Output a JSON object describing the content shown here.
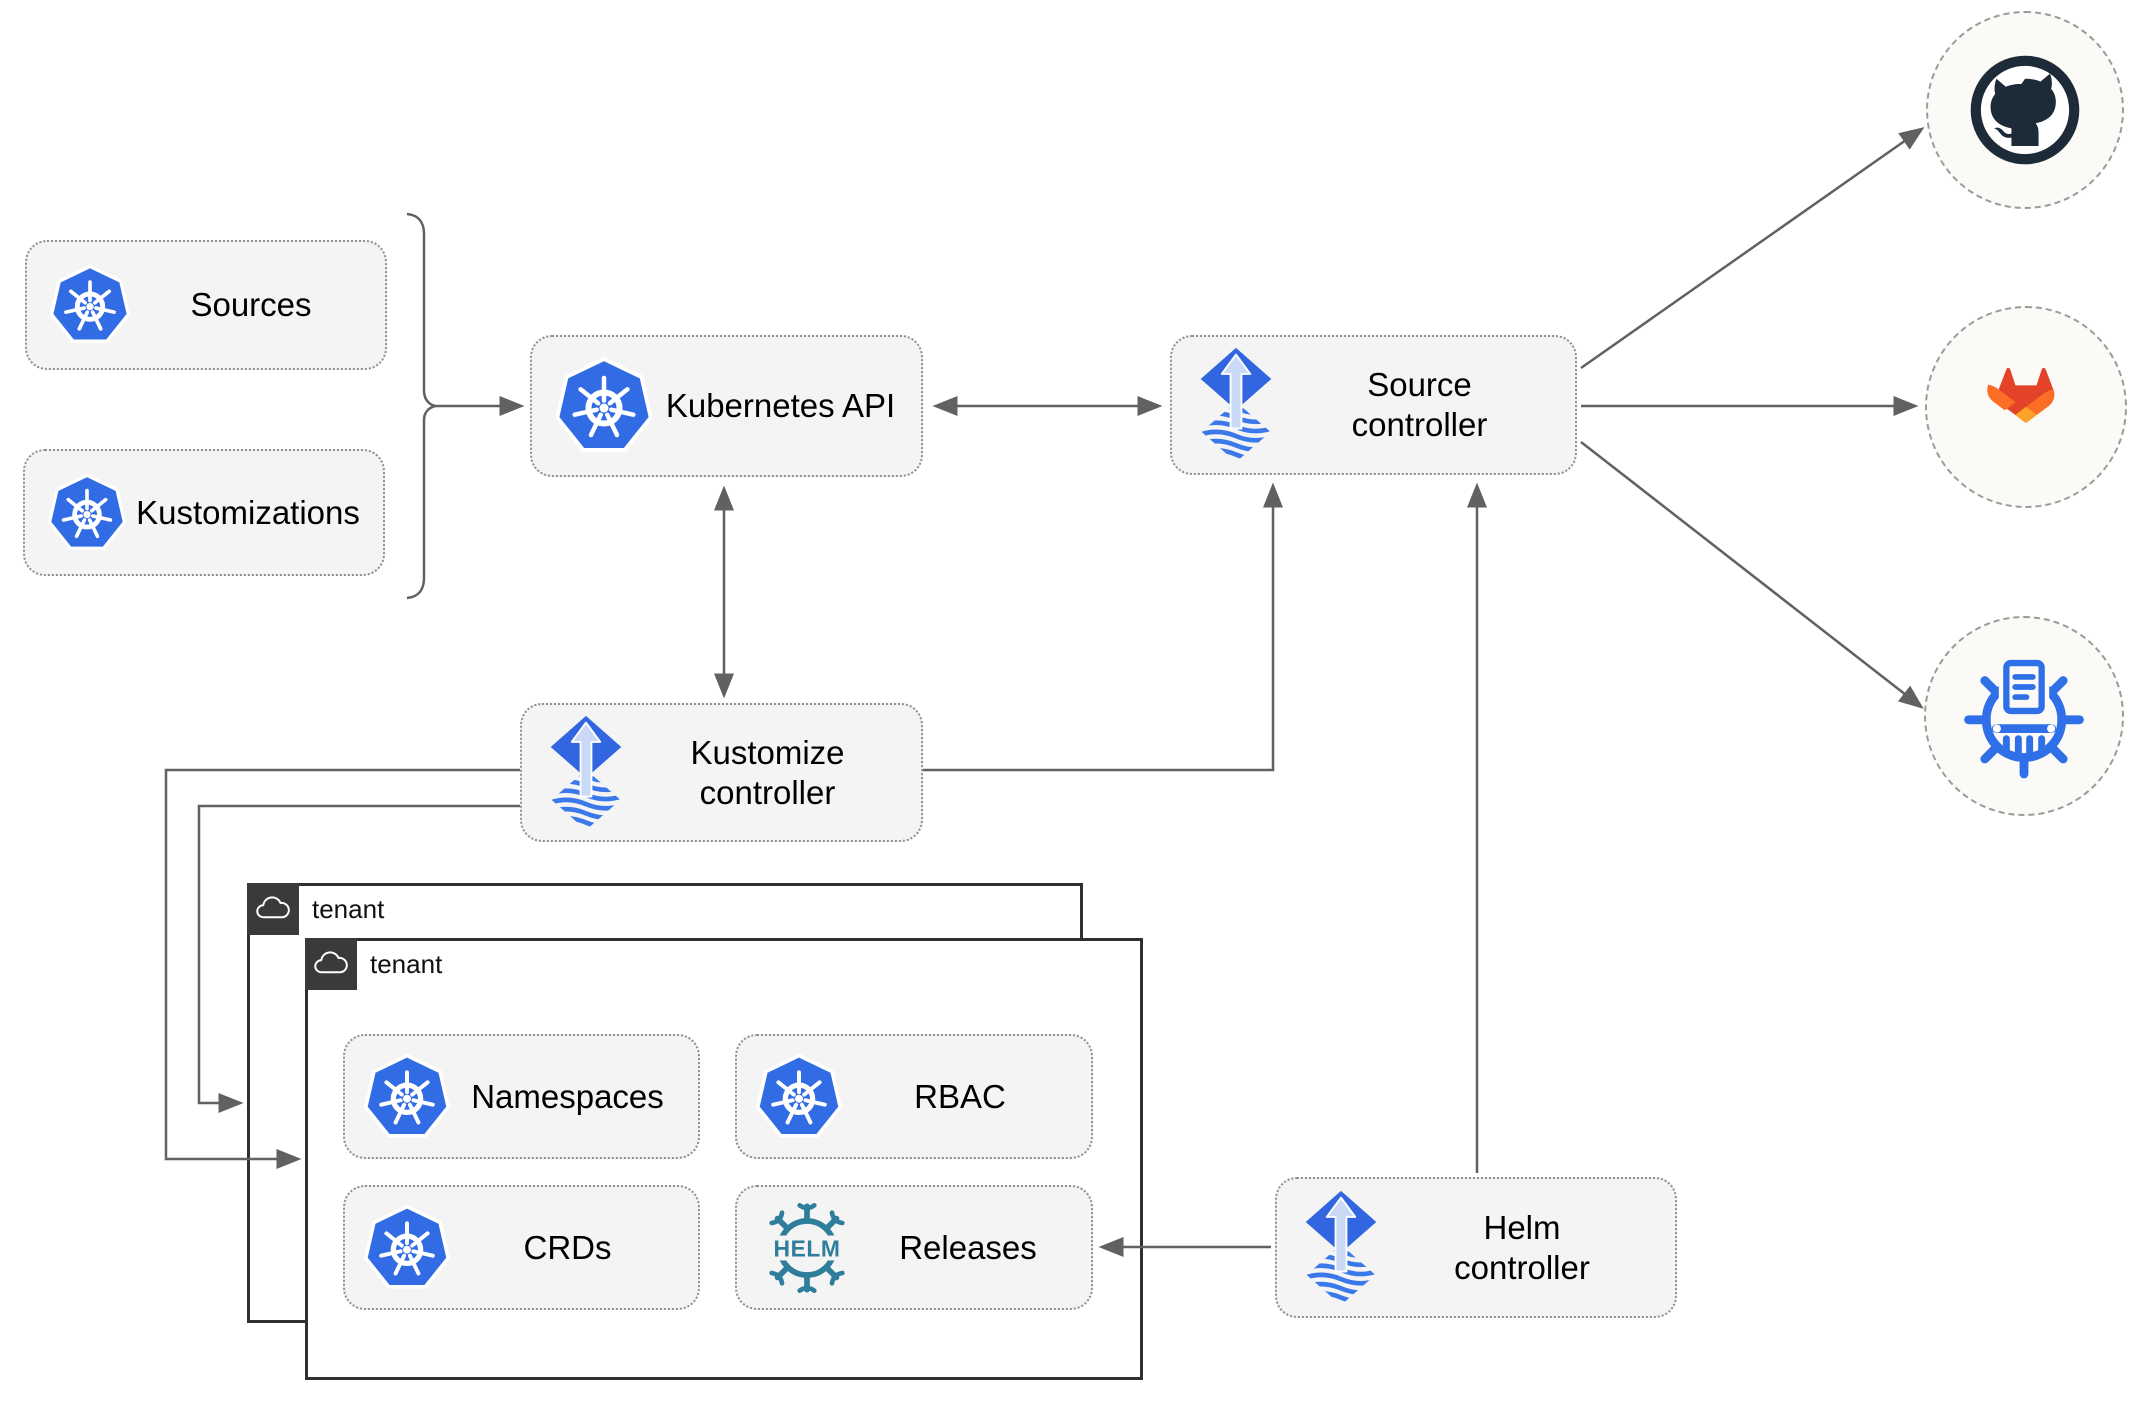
{
  "diagram": {
    "nodes": {
      "sources": {
        "label": "Sources"
      },
      "kustomizations": {
        "label": "Kustomizations"
      },
      "kubernetes_api": {
        "label": "Kubernetes API"
      },
      "source_controller": {
        "line1": "Source",
        "line2": "controller"
      },
      "kustomize_controller": {
        "line1": "Kustomize",
        "line2": "controller"
      },
      "helm_controller": {
        "line1": "Helm",
        "line2": "controller"
      },
      "tenant_outer": {
        "label": "tenant"
      },
      "tenant_inner": {
        "label": "tenant"
      },
      "namespaces": {
        "label": "Namespaces"
      },
      "rbac": {
        "label": "RBAC"
      },
      "crds": {
        "label": "CRDs"
      },
      "releases": {
        "label": "Releases"
      }
    },
    "icons": {
      "kubernetes": "kubernetes-logo",
      "flux": "flux-logo",
      "helm_text": "HELM",
      "cloud": "cloud-icon",
      "remotes": [
        "github-icon",
        "gitlab-icon",
        "chart-repository-icon"
      ]
    },
    "colors": {
      "kubernetes_blue": "#326ce5",
      "flux_blue": "#3166e0",
      "flux_arrow_light": "#c9d9f6",
      "flux_wave_blue": "#3b79ea",
      "helm_teal": "#2e7d9a",
      "github_dark": "#1d2b38",
      "gitlab_red": "#e24329",
      "gitlab_orange": "#fc6d26",
      "gitlab_amber": "#fca326",
      "chart_repo_blue": "#2f6fe8",
      "arrow_gray": "#616161",
      "node_fill": "#f4f4f4",
      "node_border": "#8f8f8f",
      "tenant_border": "#2f2f2f",
      "tenant_tab": "#3a3a3a",
      "circle_fill": "#fbfaf7",
      "label_text": "#000000"
    }
  }
}
